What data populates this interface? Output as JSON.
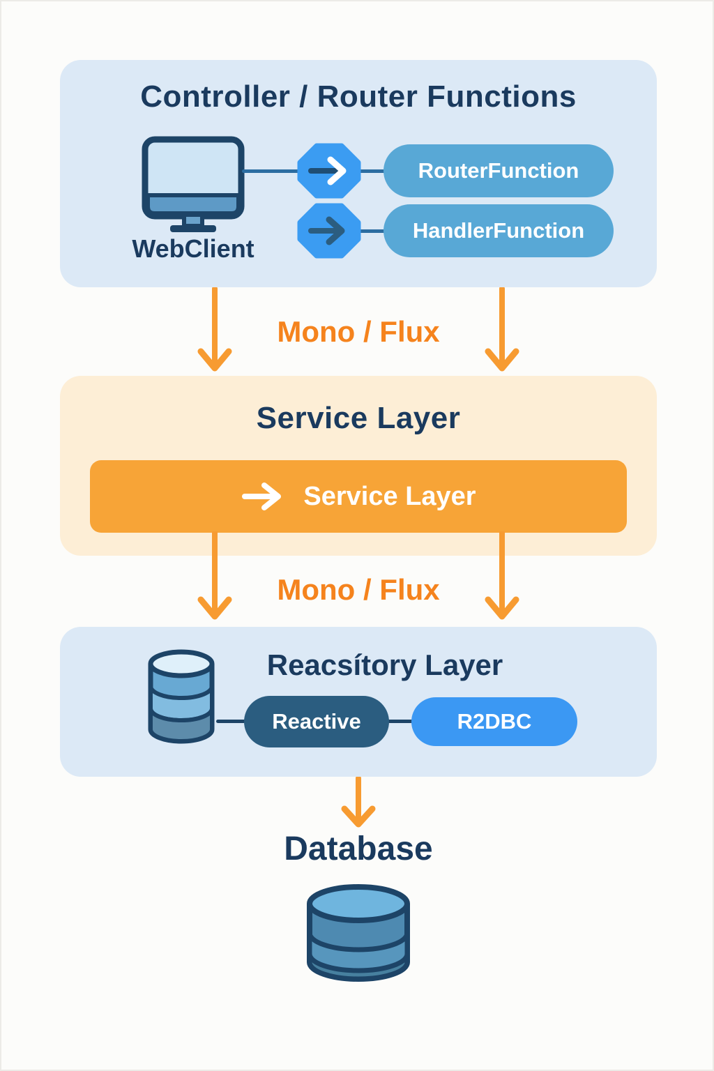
{
  "controller_panel": {
    "title": "Controller / Router Functions",
    "client_label": "WebClient",
    "router_pill_label": "RouterFunction",
    "handler_pill_label": "HandlerFunction"
  },
  "flow1": {
    "label": "Mono / Flux"
  },
  "service_panel": {
    "title": "Service Layer",
    "box_label": "Service Layer"
  },
  "flow2": {
    "label": "Mono / Flux"
  },
  "repository_panel": {
    "title": "Reacsítory Layer",
    "reactive_pill_label": "Reactive",
    "r2dbc_pill_label": "R2DBC"
  },
  "database": {
    "label": "Database"
  },
  "icons": {
    "monitor": "monitor-icon",
    "repository_cylinder": "database-cylinder-icon",
    "database_cylinder": "database-cylinder-icon",
    "arrow_badges": "arrow-right-icon",
    "flow_arrows": "arrow-down-icon"
  },
  "colors": {
    "panel_blue": "#dce9f6",
    "panel_peach": "#fdeed6",
    "title_navy": "#1a3a5e",
    "icon_outline_navy": "#1d4467",
    "badge_blue": "#3b9cf2",
    "function_pill_blue": "#58a8d6",
    "service_box_orange": "#f7a437",
    "arrow_orange": "#f79b31",
    "flow_text_orange": "#f5831d",
    "reactive_pill_dark": "#2b5d80",
    "r2dbc_pill_blue": "#3b98f3",
    "connector_blue": "#2c6da1"
  }
}
